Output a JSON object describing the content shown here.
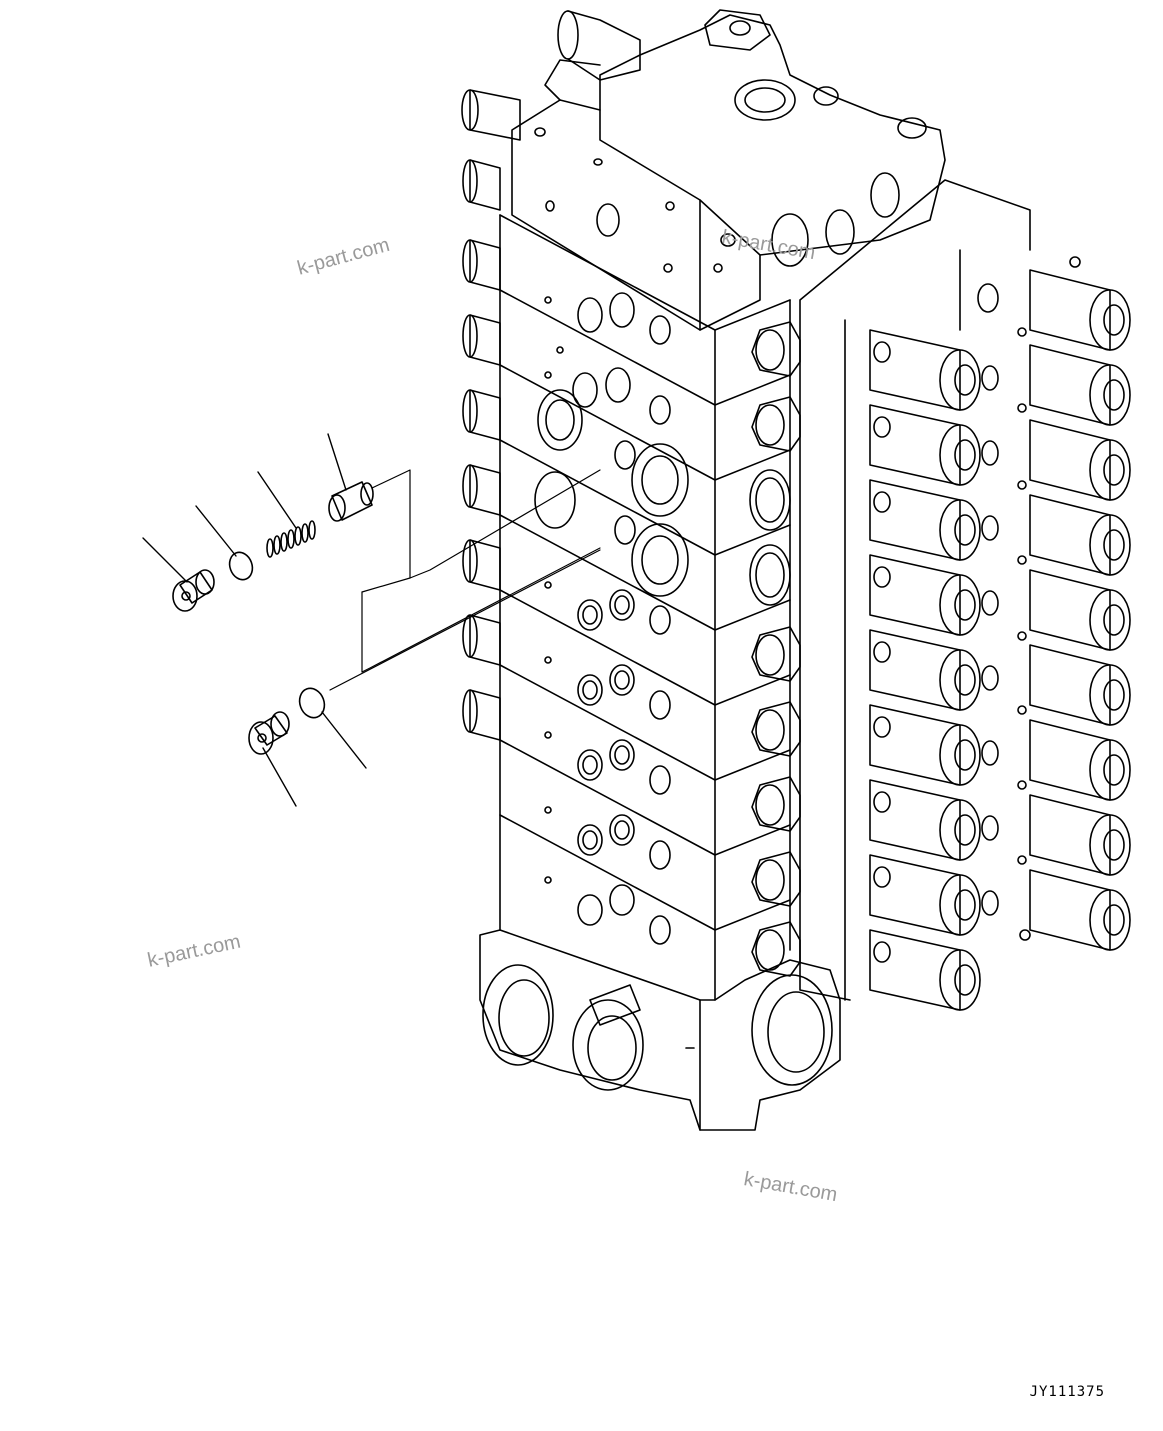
{
  "watermarks": [
    "k-part.com",
    "k-part.com",
    "k-part.com",
    "k-part.com"
  ],
  "drawing_code": "JY111375",
  "colors": {
    "line": "#000000",
    "watermark": "#9a9a9a",
    "background": "#ffffff"
  }
}
